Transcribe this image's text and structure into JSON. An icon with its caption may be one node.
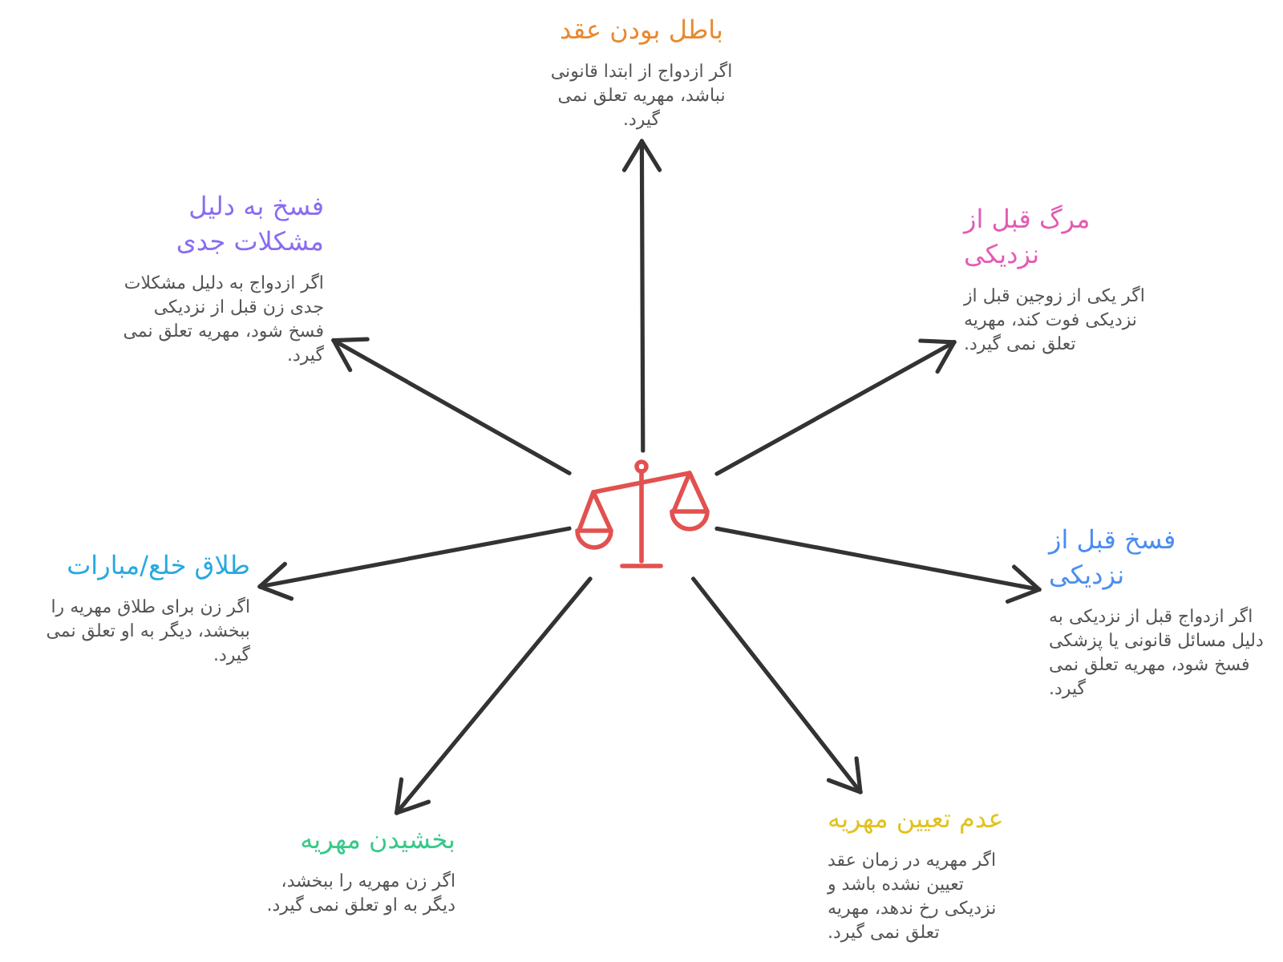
{
  "diagram": {
    "nodes": [
      {
        "text": [
          "باطل بودن عقد",
          "اگر ازدواج از ابتدا قانونی نباشد، مهریه تعلق نمی گیرد."
        ]
      },
      {
        "text": [
          "فسخ به دلیل مشکلات جدی",
          "اگر ازدواج به دلیل مشکلات جدی زن قبل از نزدیکی فسخ شود، مهریه تعلق نمی گیرد."
        ]
      },
      {
        "text": [
          "مرگ قبل از نزدیکی",
          "اگر یکی از زوجین قبل از نزدیکی فوت کند، مهریه تعلق نمی گیرد."
        ]
      },
      {
        "text": [],
        "shape": "scales"
      },
      {
        "text": [
          "طلاق خلع/مبارات",
          "اگر زن برای طلاق مهریه را ببخشد، دیگر به او تعلق نمی گیرد."
        ]
      },
      {
        "text": [
          "فسخ قبل از نزدیکی",
          "اگر ازدواج قبل از نزدیکی به دلیل مسائل قانونی یا پزشکی فسخ شود، مهریه تعلق نمی گیرد."
        ]
      },
      {
        "text": [
          "عدم تعیین مهریه",
          "اگر مهریه در زمان عقد تعیین نشده باشد و نزدیکی رخ ندهد، مهریه تعلق نمی گیرد."
        ]
      },
      {
        "text": [
          "بخشیدن مهریه",
          "اگر زن مهریه را ببخشد، دیگر به او تعلق نمی گیرد."
        ]
      }
    ],
    "edges": [
      {
        "from": 3,
        "to": 0,
        "arrow": "to"
      },
      {
        "from": 3,
        "to": 1,
        "arrow": "to"
      },
      {
        "from": 3,
        "to": 2,
        "arrow": "to"
      },
      {
        "from": 3,
        "to": 4,
        "arrow": "to"
      },
      {
        "from": 3,
        "to": 5,
        "arrow": "to"
      },
      {
        "from": 3,
        "to": 6,
        "arrow": "to"
      },
      {
        "from": 3,
        "to": 7,
        "arrow": "to"
      }
    ]
  }
}
